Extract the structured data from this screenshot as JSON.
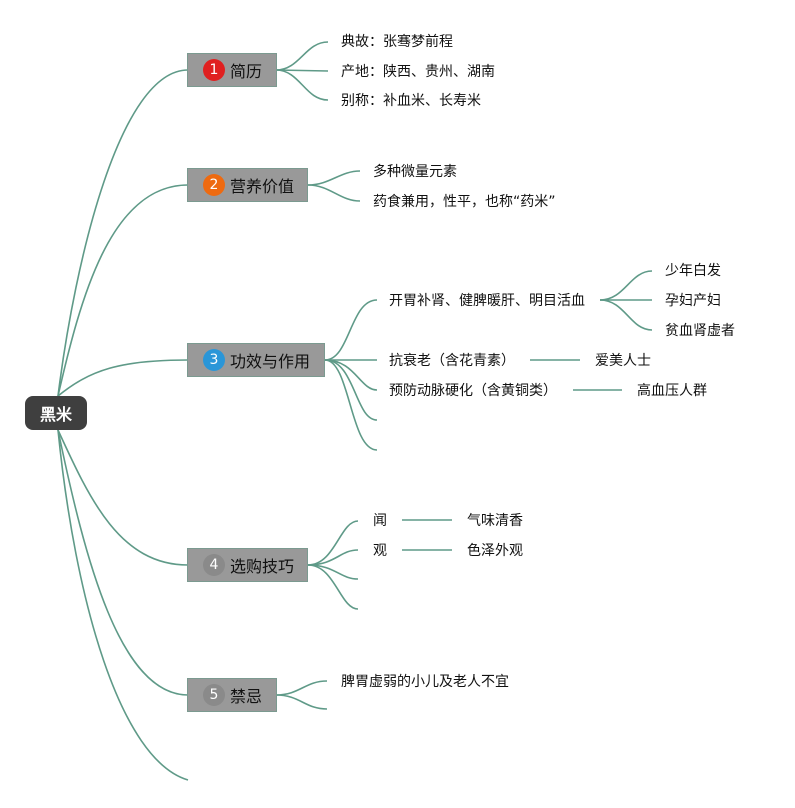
{
  "root": {
    "label": "黑米"
  },
  "colors": {
    "line": "#5f9a88",
    "node_fill": "#999999",
    "root_fill": "#3f3f3f"
  },
  "branches": [
    {
      "num": "1",
      "num_color": "#e02020",
      "label": "简历",
      "children": [
        "典故：张骞梦前程",
        "产地：陕西、贵州、湖南",
        "别称：补血米、长寿米"
      ]
    },
    {
      "num": "2",
      "num_color": "#ee6a10",
      "label": "营养价值",
      "children": [
        "多种微量元素",
        "药食兼用，性平，也称“药米”"
      ]
    },
    {
      "num": "3",
      "num_color": "#2a96d8",
      "label": "功效与作用",
      "children": [
        {
          "label": "开胃补肾、健脾暖肝、明目活血",
          "children": [
            "少年白发",
            "孕妇产妇",
            "贫血肾虚者"
          ]
        },
        {
          "label": "抗衰老（含花青素）",
          "children": [
            "爱美人士"
          ]
        },
        {
          "label": "预防动脉硬化（含黄铜类）",
          "children": [
            "高血压人群"
          ]
        },
        {
          "label": "",
          "children": []
        },
        {
          "label": "",
          "children": []
        }
      ]
    },
    {
      "num": "4",
      "num_color": "#8a8a8a",
      "label": "选购技巧",
      "children": [
        {
          "label": "闻",
          "children": [
            "气味清香"
          ]
        },
        {
          "label": "观",
          "children": [
            "色泽外观"
          ]
        },
        {
          "label": "",
          "children": []
        },
        {
          "label": "",
          "children": []
        }
      ]
    },
    {
      "num": "5",
      "num_color": "#8a8a8a",
      "label": "禁忌",
      "children": [
        "脾胃虚弱的小儿及老人不宜",
        ""
      ]
    }
  ]
}
